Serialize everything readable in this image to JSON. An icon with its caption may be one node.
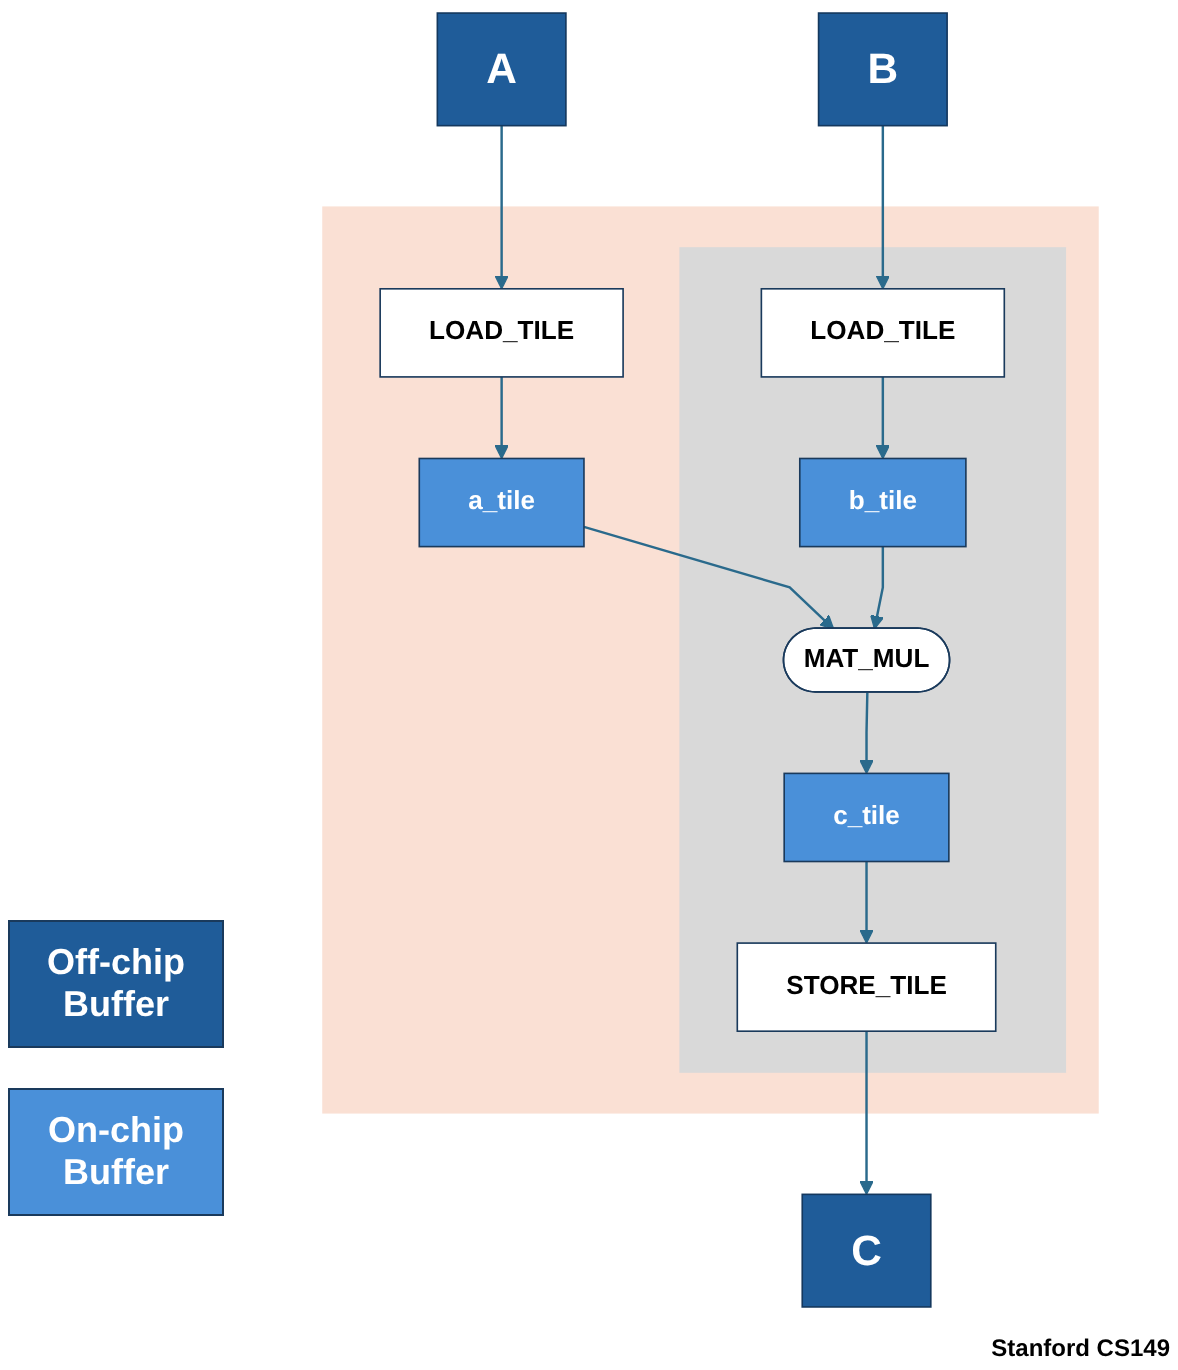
{
  "diagram": {
    "nodes": [
      {
        "text": [
          "A"
        ]
      },
      {
        "text": [
          "B"
        ]
      },
      {
        "text": [],
        "shape": "box"
      },
      {
        "text": [
          "LOAD_TILE"
        ],
        "in": 2
      },
      {
        "text": [
          "a_tile"
        ],
        "in": 2
      },
      {
        "text": [],
        "shape": "box",
        "in": 2
      },
      {
        "text": [
          "LOAD_TILE"
        ],
        "in": 5
      },
      {
        "text": [
          "b_tile"
        ],
        "in": 5
      },
      {
        "text": [
          "MAT_MUL"
        ],
        "in": 5
      },
      {
        "text": [
          "c_tile"
        ],
        "in": 5
      },
      {
        "text": [
          "STORE_TILE"
        ],
        "in": 5
      },
      {
        "text": [
          "C"
        ]
      }
    ],
    "edges": [
      {
        "from": 0,
        "to": 3,
        "arrow": "to"
      },
      {
        "from": 3,
        "to": 4,
        "arrow": "to"
      },
      {
        "from": 1,
        "to": 6,
        "arrow": "to"
      },
      {
        "from": 6,
        "to": 7,
        "arrow": "to"
      },
      {
        "from": 4,
        "to": 8,
        "arrow": "to"
      },
      {
        "from": 7,
        "to": 8,
        "arrow": "to"
      },
      {
        "from": 8,
        "to": 9,
        "arrow": "to"
      },
      {
        "from": 9,
        "to": 10,
        "arrow": "to"
      },
      {
        "from": 10,
        "to": 11,
        "arrow": "to"
      }
    ],
    "labels": [
      "Stanford CS149"
    ],
    "legend": [
      {
        "text": "Off-chip Buffer",
        "color": "#1f5c99"
      },
      {
        "text": "On-chip Buffer",
        "color": "#4a90d9"
      }
    ]
  }
}
